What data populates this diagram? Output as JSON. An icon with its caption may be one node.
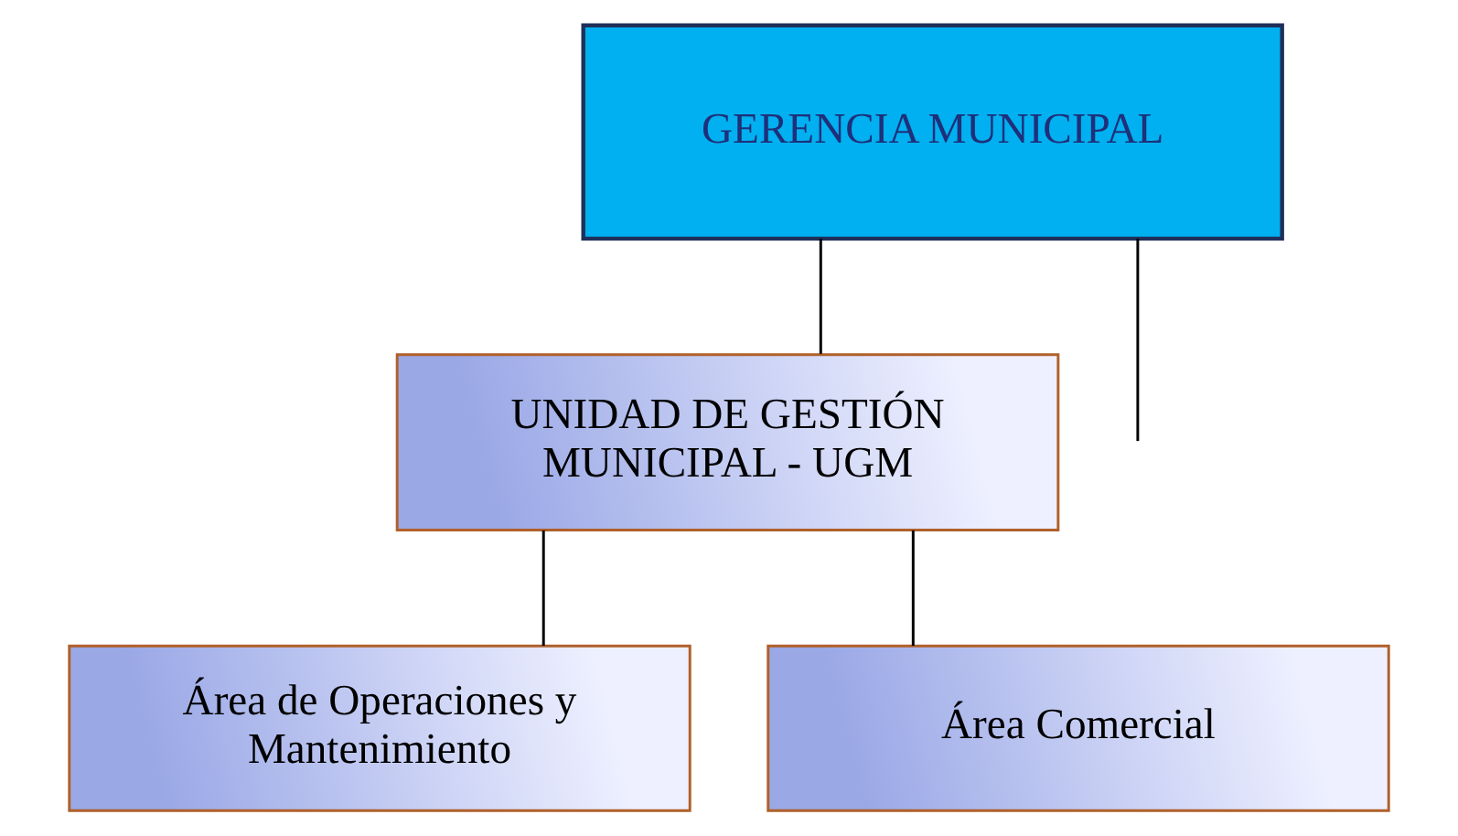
{
  "diagram": {
    "nodes": [
      {
        "text": [
          "GERENCIA MUNICIPAL"
        ]
      },
      {
        "text": [
          "UNIDAD DE GESTIÓN MUNICIPAL - UGM"
        ]
      },
      {
        "text": [
          "Área de Operaciones y Mantenimiento"
        ]
      },
      {
        "text": [
          "Área Comercial"
        ]
      }
    ],
    "edges": [
      {
        "from": 0,
        "to": 1,
        "arrow": "none"
      },
      {
        "from": 0,
        "to": null,
        "arrow": "none"
      },
      {
        "from": 1,
        "to": 2,
        "arrow": "none"
      },
      {
        "from": 1,
        "to": 3,
        "arrow": "none"
      }
    ]
  }
}
